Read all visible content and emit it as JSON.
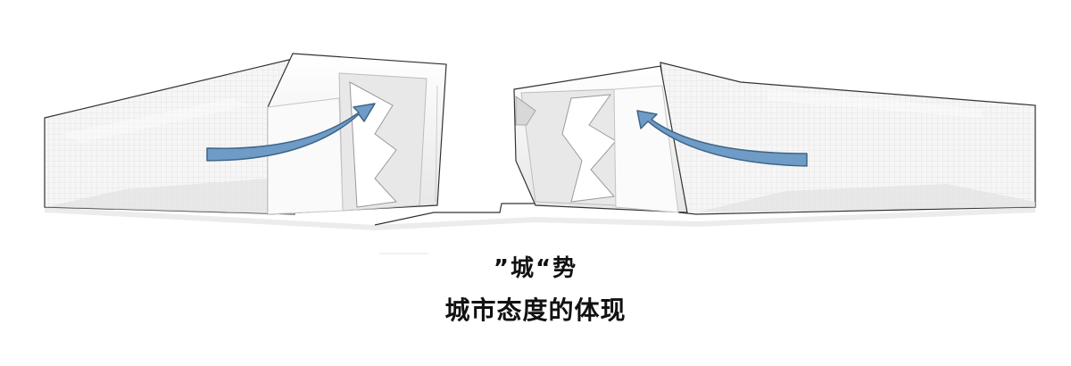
{
  "diagram": {
    "caption_line1": "”城“势",
    "caption_line2": "城市态度的体现",
    "colors": {
      "arrow_fill": "#6f9cc6",
      "arrow_stroke": "#3e6588",
      "facade": "#f4f4f4",
      "shadow": "#dcdcdc",
      "outline": "#3a3a3a"
    },
    "elements": [
      "left-building",
      "right-building",
      "left-arrow",
      "right-arrow",
      "base-ground"
    ]
  }
}
